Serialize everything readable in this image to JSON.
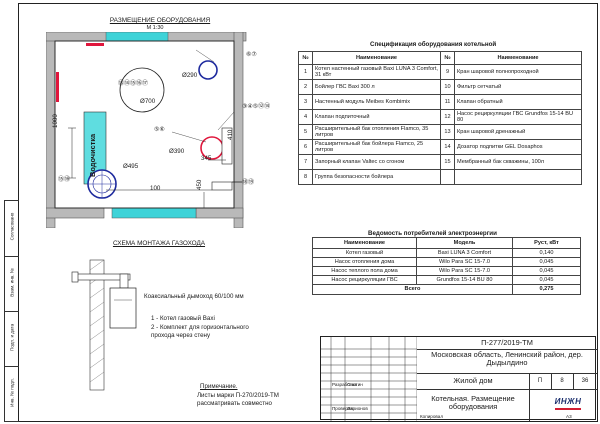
{
  "plan": {
    "title": "РАЗМЕЩЕНИЕ ОБОРУДОВАНИЯ",
    "scale": "М 1:30",
    "tank_label": "Водочистка",
    "dims": {
      "d290": "Ø290",
      "d700": "Ø700",
      "d390": "Ø390",
      "d495": "Ø495",
      "d1000": "1000",
      "d410": "410",
      "d345": "345",
      "d100": "100",
      "d450": "450"
    },
    "callouts": {
      "c1": "⑥⑦",
      "c2": "⑬⑭⑮⑯⑰",
      "c3": "③④⑤⑫⑭",
      "c4": "⑤⑥",
      "c5": "⑮⑯",
      "c6": "⑱⑲"
    }
  },
  "gas": {
    "title": "СХЕМА МОНТАЖА ГАЗОХОДА",
    "chimney": "Коаксиальный дымоход 60/100 мм",
    "note1": "1 - Котел газовый Baxi",
    "note2a": "2 - Комплект для горизонтального",
    "note2b": "прохода через стену",
    "remark_head": "Примечание.",
    "remark1": "Листы марки П-270/2019-ТМ",
    "remark2": "рассматривать совместно"
  },
  "spec": {
    "title": "Спецификация оборудования котельной",
    "col_no": "№",
    "col_name": "Наименование",
    "rows": [
      [
        "1",
        "Котел настенный газовый Baxi LUNA 3 Comfort, 31 кВт",
        "9",
        "Кран шаровой полнопроходной"
      ],
      [
        "2",
        "Бойлер ГВС  Baxi 300 л",
        "10",
        "Фильтр сетчатый"
      ],
      [
        "3",
        "Настенный модуль Meibes Kombimix",
        "11",
        "Клапан обратный"
      ],
      [
        "4",
        "Клапан подпиточный",
        "12",
        "Насос рециркуляции ГВС Grundfos 15-14 BU 80"
      ],
      [
        "5",
        "Расширительный бак отопления Flamco, 35 литров",
        "13",
        "Кран шаровой дренажный"
      ],
      [
        "6",
        "Расширительный бак бойлера Flamco, 25 литров",
        "14",
        "Дозатор подпитки GEL Dosaphos"
      ],
      [
        "7",
        "Запорный клапан Valtec со сгоном",
        "15",
        "Мембранный бак скважины, 100л"
      ],
      [
        "8",
        "Группа безопасности бойлера",
        "",
        ""
      ]
    ]
  },
  "power": {
    "title": "Ведомость потребителей электроэнергии",
    "col_name": "Наименование",
    "col_model": "Модель",
    "col_power": "Руст, кВт",
    "rows": [
      [
        "Котел газовый",
        "Baxi LUNA 3 Comfort",
        "0,140"
      ],
      [
        "Насос отопления дома",
        "Wilo Para SC 15-7.0",
        "0,045"
      ],
      [
        "Насос теплого пола дома",
        "Wilo Para SC 15-7.0",
        "0,045"
      ],
      [
        "Насос рециркуляции ГВС",
        "Grundfos 15-14 BU 80",
        "0,045"
      ]
    ],
    "total_label": "Всего",
    "total_value": "0,275"
  },
  "titleblock": {
    "code": "П-277/2019-ТМ",
    "location": "Московская область, Ленинский район, дер. Дыдылдино",
    "object": "Жилой дом",
    "sheet_title": "Котельная. Размещение оборудования",
    "stage": "П",
    "sheet": "8",
    "sheets": "36",
    "developer_label": "Разработал",
    "developer_name": "Смагин",
    "checker_label": "Проверил",
    "checker_name": "Ларионов",
    "logo": "ИНЖН",
    "format_label": "Копировал",
    "format": "А3"
  },
  "margin_stamp": {
    "f1": "Согласовано",
    "f2": "Взам. инв. №",
    "f3": "Подп. и дата",
    "f4": "Инв. № подл."
  }
}
